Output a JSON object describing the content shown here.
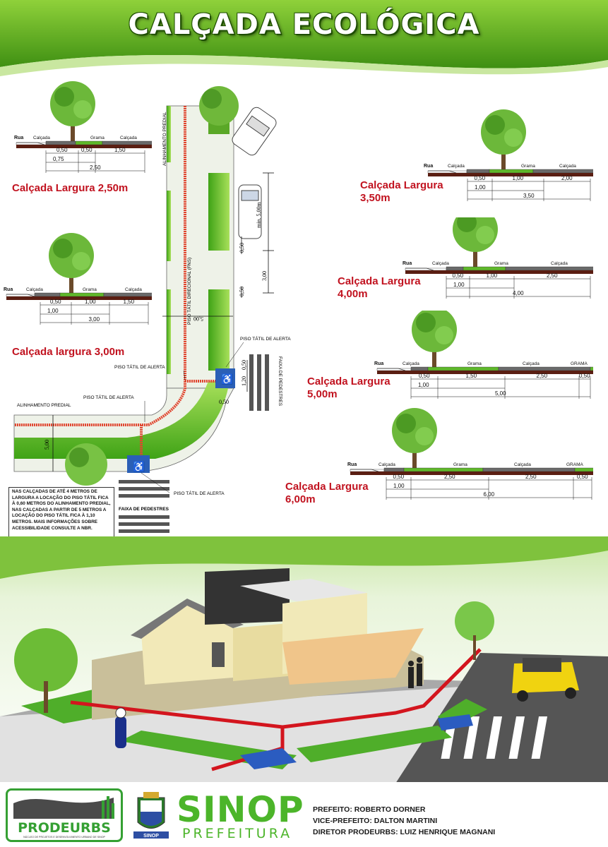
{
  "title": "CALÇADA ECOLÓGICA",
  "colors": {
    "green": "#5fb82a",
    "dark_green": "#1d4d00",
    "red": "#c1121f",
    "logo_green": "#4cb52a"
  },
  "sections": {
    "s250": {
      "title": "Calçada Largura 2,50m",
      "labels": [
        "Rua",
        "Calçada",
        "Grama",
        "Calçada"
      ],
      "dims_top": [
        "0,50",
        "0,50",
        "1,50"
      ],
      "dims_mid": [
        "0,75"
      ],
      "total": "2,50"
    },
    "s300": {
      "title": "Calçada largura 3,00m",
      "labels": [
        "Rua",
        "Calçada",
        "Grama",
        "Calçada"
      ],
      "dims_top": [
        "0,50",
        "1,00",
        "1,50"
      ],
      "dims_mid": [
        "1,00"
      ],
      "total": "3,00"
    },
    "s350": {
      "title_l1": "Calçada Largura",
      "title_l2": "3,50m",
      "labels": [
        "Rua",
        "Calçada",
        "Grama",
        "Calçada"
      ],
      "dims_top": [
        "0,50",
        "1,00",
        "2,00"
      ],
      "dims_mid": [
        "1,00"
      ],
      "total": "3,50"
    },
    "s400": {
      "title_l1": "Calçada Largura",
      "title_l2": "4,00m",
      "labels": [
        "Rua",
        "Calçada",
        "Grama",
        "Calçada"
      ],
      "dims_top": [
        "0,50",
        "1,00",
        "2,50"
      ],
      "dims_mid": [
        "1,00"
      ],
      "total": "4,00"
    },
    "s500": {
      "title_l1": "Calçada Largura",
      "title_l2": "5,00m",
      "labels": [
        "Rua",
        "Calçada",
        "Grama",
        "Calçada",
        "GRAMA"
      ],
      "dims_top": [
        "0,50",
        "1,50",
        "2,50",
        "0,50"
      ],
      "dims_mid": [
        "1,00"
      ],
      "total": "5,00"
    },
    "s600": {
      "title_l1": "Calçada Largura",
      "title_l2": "6,00m",
      "labels": [
        "Rua",
        "Calçada",
        "Grama",
        "Calçada",
        "GRAMA"
      ],
      "dims_top": [
        "0,50",
        "2,50",
        "2,50",
        "0,50"
      ],
      "dims_mid": [
        "1,00"
      ],
      "total": "6,00"
    }
  },
  "plan": {
    "alinhamento_v": "ALINHAMENTO PREDIAL",
    "alinhamento_h": "ALINHAMENTO PREDIAL",
    "piso_direcional": "PISO TÁTIL DIRECIONAL (FNS)",
    "piso_alerta_1": "PISO TÁTIL DE ALERTA",
    "piso_alerta_2": "PISO TÁTIL DE ALERTA",
    "piso_alerta_3": "PISO TÁTIL DE ALERTA",
    "piso_alerta_4": "PISO TÁTIL DE ALERTA",
    "faixa_v": "FAIXA DE PEDESTRES",
    "faixa_h": "FAIXA DE PEDESTRES",
    "min": "min. 5,00m",
    "d500": "5,00",
    "d300": "3,00",
    "d050a": "0,50",
    "d050b": "0,50",
    "d500v": "5,00",
    "d120": "1,20",
    "d050c": "0,50",
    "d050d": "0,50"
  },
  "note": "NAS CALÇADAS DE ATÉ 4 METROS DE LARGURA A LOCAÇÃO DO PISO TÁTIL FICA À 0,60 METROS DO ALINHAMENTO PREDIAL, NAS CALÇADAS A PARTIR DE 5 METROS A LOCAÇÃO DO PISO TÁTIL FICA À 1,10 METROS. MAIS INFORMAÇÕES SOBRE ACESSIBILIDADE CONSULTE A NBR.",
  "footer": {
    "prodeurbs": "PRODEURBS",
    "prodeurbs_sub": "NÚCLEO DE PROJETOS E DESENVOLVIMENTO URBANO DE SINOP",
    "sinop": "SINOP",
    "prefeitura": "PREFEITURA",
    "seal": "SINOP",
    "credits": [
      "PREFEITO: ROBERTO DORNER",
      "VICE-PREFEITO: DALTON MARTINI",
      "DIRETOR PRODEURBS: LUIZ HENRIQUE MAGNANI"
    ]
  }
}
